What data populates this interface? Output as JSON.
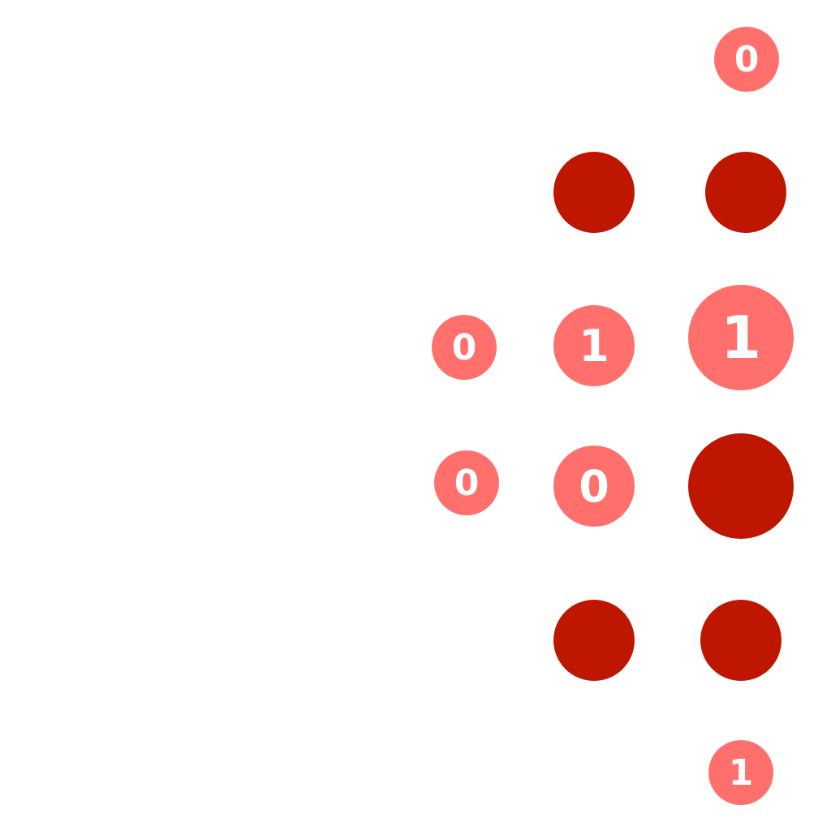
{
  "colors": {
    "light": "#ff706c",
    "dark": "#bf1600"
  },
  "nodes": [
    {
      "kind": "light",
      "label": "0"
    },
    {
      "kind": "dark",
      "label": ""
    },
    {
      "kind": "dark",
      "label": ""
    },
    {
      "kind": "light",
      "label": "0"
    },
    {
      "kind": "light",
      "label": "1"
    },
    {
      "kind": "light",
      "label": "1"
    },
    {
      "kind": "light",
      "label": "0"
    },
    {
      "kind": "light",
      "label": "0"
    },
    {
      "kind": "dark",
      "label": ""
    },
    {
      "kind": "dark",
      "label": ""
    },
    {
      "kind": "dark",
      "label": ""
    },
    {
      "kind": "light",
      "label": "1"
    }
  ]
}
